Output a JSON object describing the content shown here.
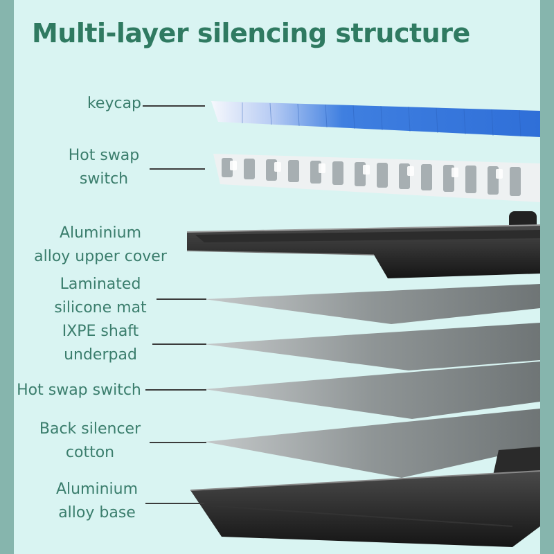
{
  "title": "Multi-layer silencing structure",
  "labels": {
    "keycap": [
      "keycap"
    ],
    "hot_swap_switch_top": [
      "Hot swap",
      "switch"
    ],
    "upper_cover": [
      "Aluminium",
      "alloy upper cover"
    ],
    "silicone_mat": [
      "Laminated",
      "silicone mat"
    ],
    "ixpe_underpad": [
      "IXPE shaft",
      "underpad"
    ],
    "hot_swap_switch_mid": [
      "Hot swap switch"
    ],
    "silencer_cotton": [
      "Back silencer",
      "cotton"
    ],
    "alloy_base": [
      "Aluminium",
      "alloy base"
    ]
  },
  "colors": {
    "frame": "#86b5ad",
    "panel": "#d9f4f2",
    "title": "#2f7a61",
    "label": "#3a7d6c",
    "keycap_blue": "#3f7fe0",
    "keycap_light": "#b8cdf5",
    "switch_white": "#f2f4f4",
    "switch_gray": "#9aa3a6",
    "metal_dark": "#1f1f1f",
    "sheet_gray": "#8f9596"
  }
}
